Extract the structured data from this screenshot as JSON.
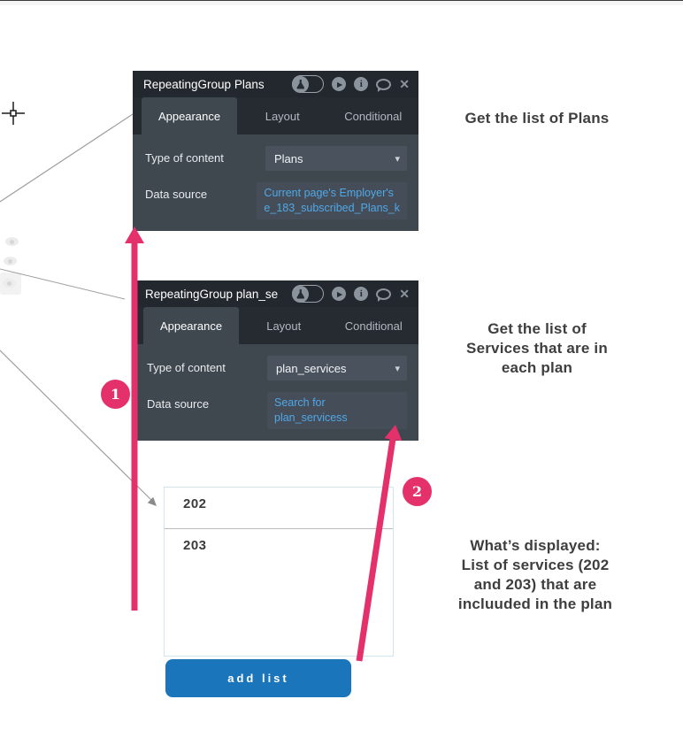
{
  "colors": {
    "accent_pink": "#e4316c",
    "button_blue": "#1a75ba",
    "link_blue": "#4fa8e8",
    "panel_header": "#23272e",
    "panel_body": "#3f474f",
    "field_bg": "#4a525e",
    "connector_gray": "#9f9f9f"
  },
  "icons": {
    "play": "▶",
    "info": "i",
    "close": "✕",
    "caret": "▾"
  },
  "panels": [
    {
      "title": "RepeatingGroup Plans",
      "tabs": [
        {
          "label": "Appearance",
          "active": true
        },
        {
          "label": "Layout",
          "active": false
        },
        {
          "label": "Conditional",
          "active": false
        }
      ],
      "fields": [
        {
          "label": "Type of content",
          "value": "Plans",
          "type": "dropdown"
        },
        {
          "label": "Data source",
          "value": "Current page's Employer's e_183_subscribed_Plans_k",
          "type": "link"
        }
      ]
    },
    {
      "title": "RepeatingGroup plan_se",
      "tabs": [
        {
          "label": "Appearance",
          "active": true
        },
        {
          "label": "Layout",
          "active": false
        },
        {
          "label": "Conditional",
          "active": false
        }
      ],
      "fields": [
        {
          "label": "Type of content",
          "value": "plan_services",
          "type": "dropdown"
        },
        {
          "label": "Data source",
          "value": "Search for plan_servicess",
          "type": "link"
        }
      ]
    }
  ],
  "annotations": [
    {
      "lines": [
        "Get the list of Plans"
      ]
    },
    {
      "lines": [
        "Get the list of",
        "Services that are in",
        "each plan"
      ]
    },
    {
      "lines": [
        "What’s displayed:",
        "List of services (202",
        "and 203) that are",
        "incluuded in the plan"
      ]
    }
  ],
  "badges": [
    {
      "label": "1"
    },
    {
      "label": "2"
    }
  ],
  "list_widget": {
    "rows": [
      "202",
      "203"
    ],
    "button_label": "add list"
  }
}
